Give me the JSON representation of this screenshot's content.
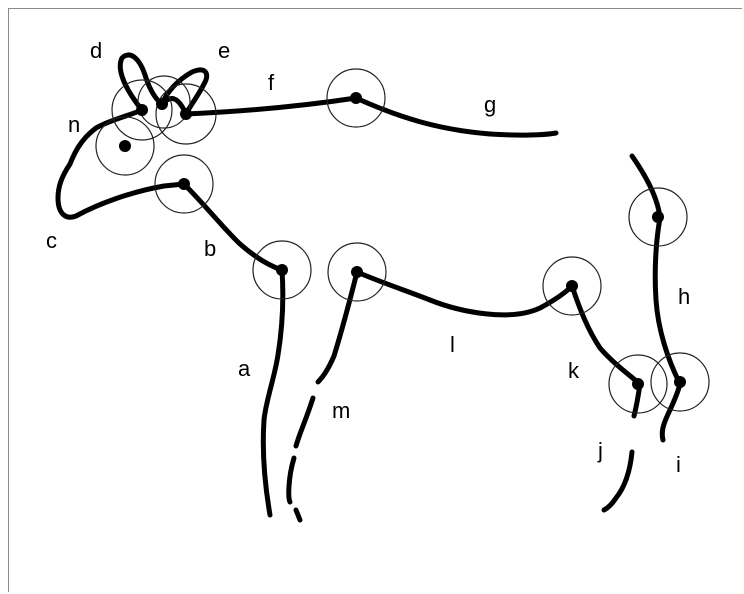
{
  "diagram": {
    "labels": {
      "a": "a",
      "b": "b",
      "c": "c",
      "d": "d",
      "e": "e",
      "f": "f",
      "g": "g",
      "h": "h",
      "i": "i",
      "j": "j",
      "k": "k",
      "l": "l",
      "m": "m",
      "n": "n"
    },
    "joint_count": 12
  }
}
